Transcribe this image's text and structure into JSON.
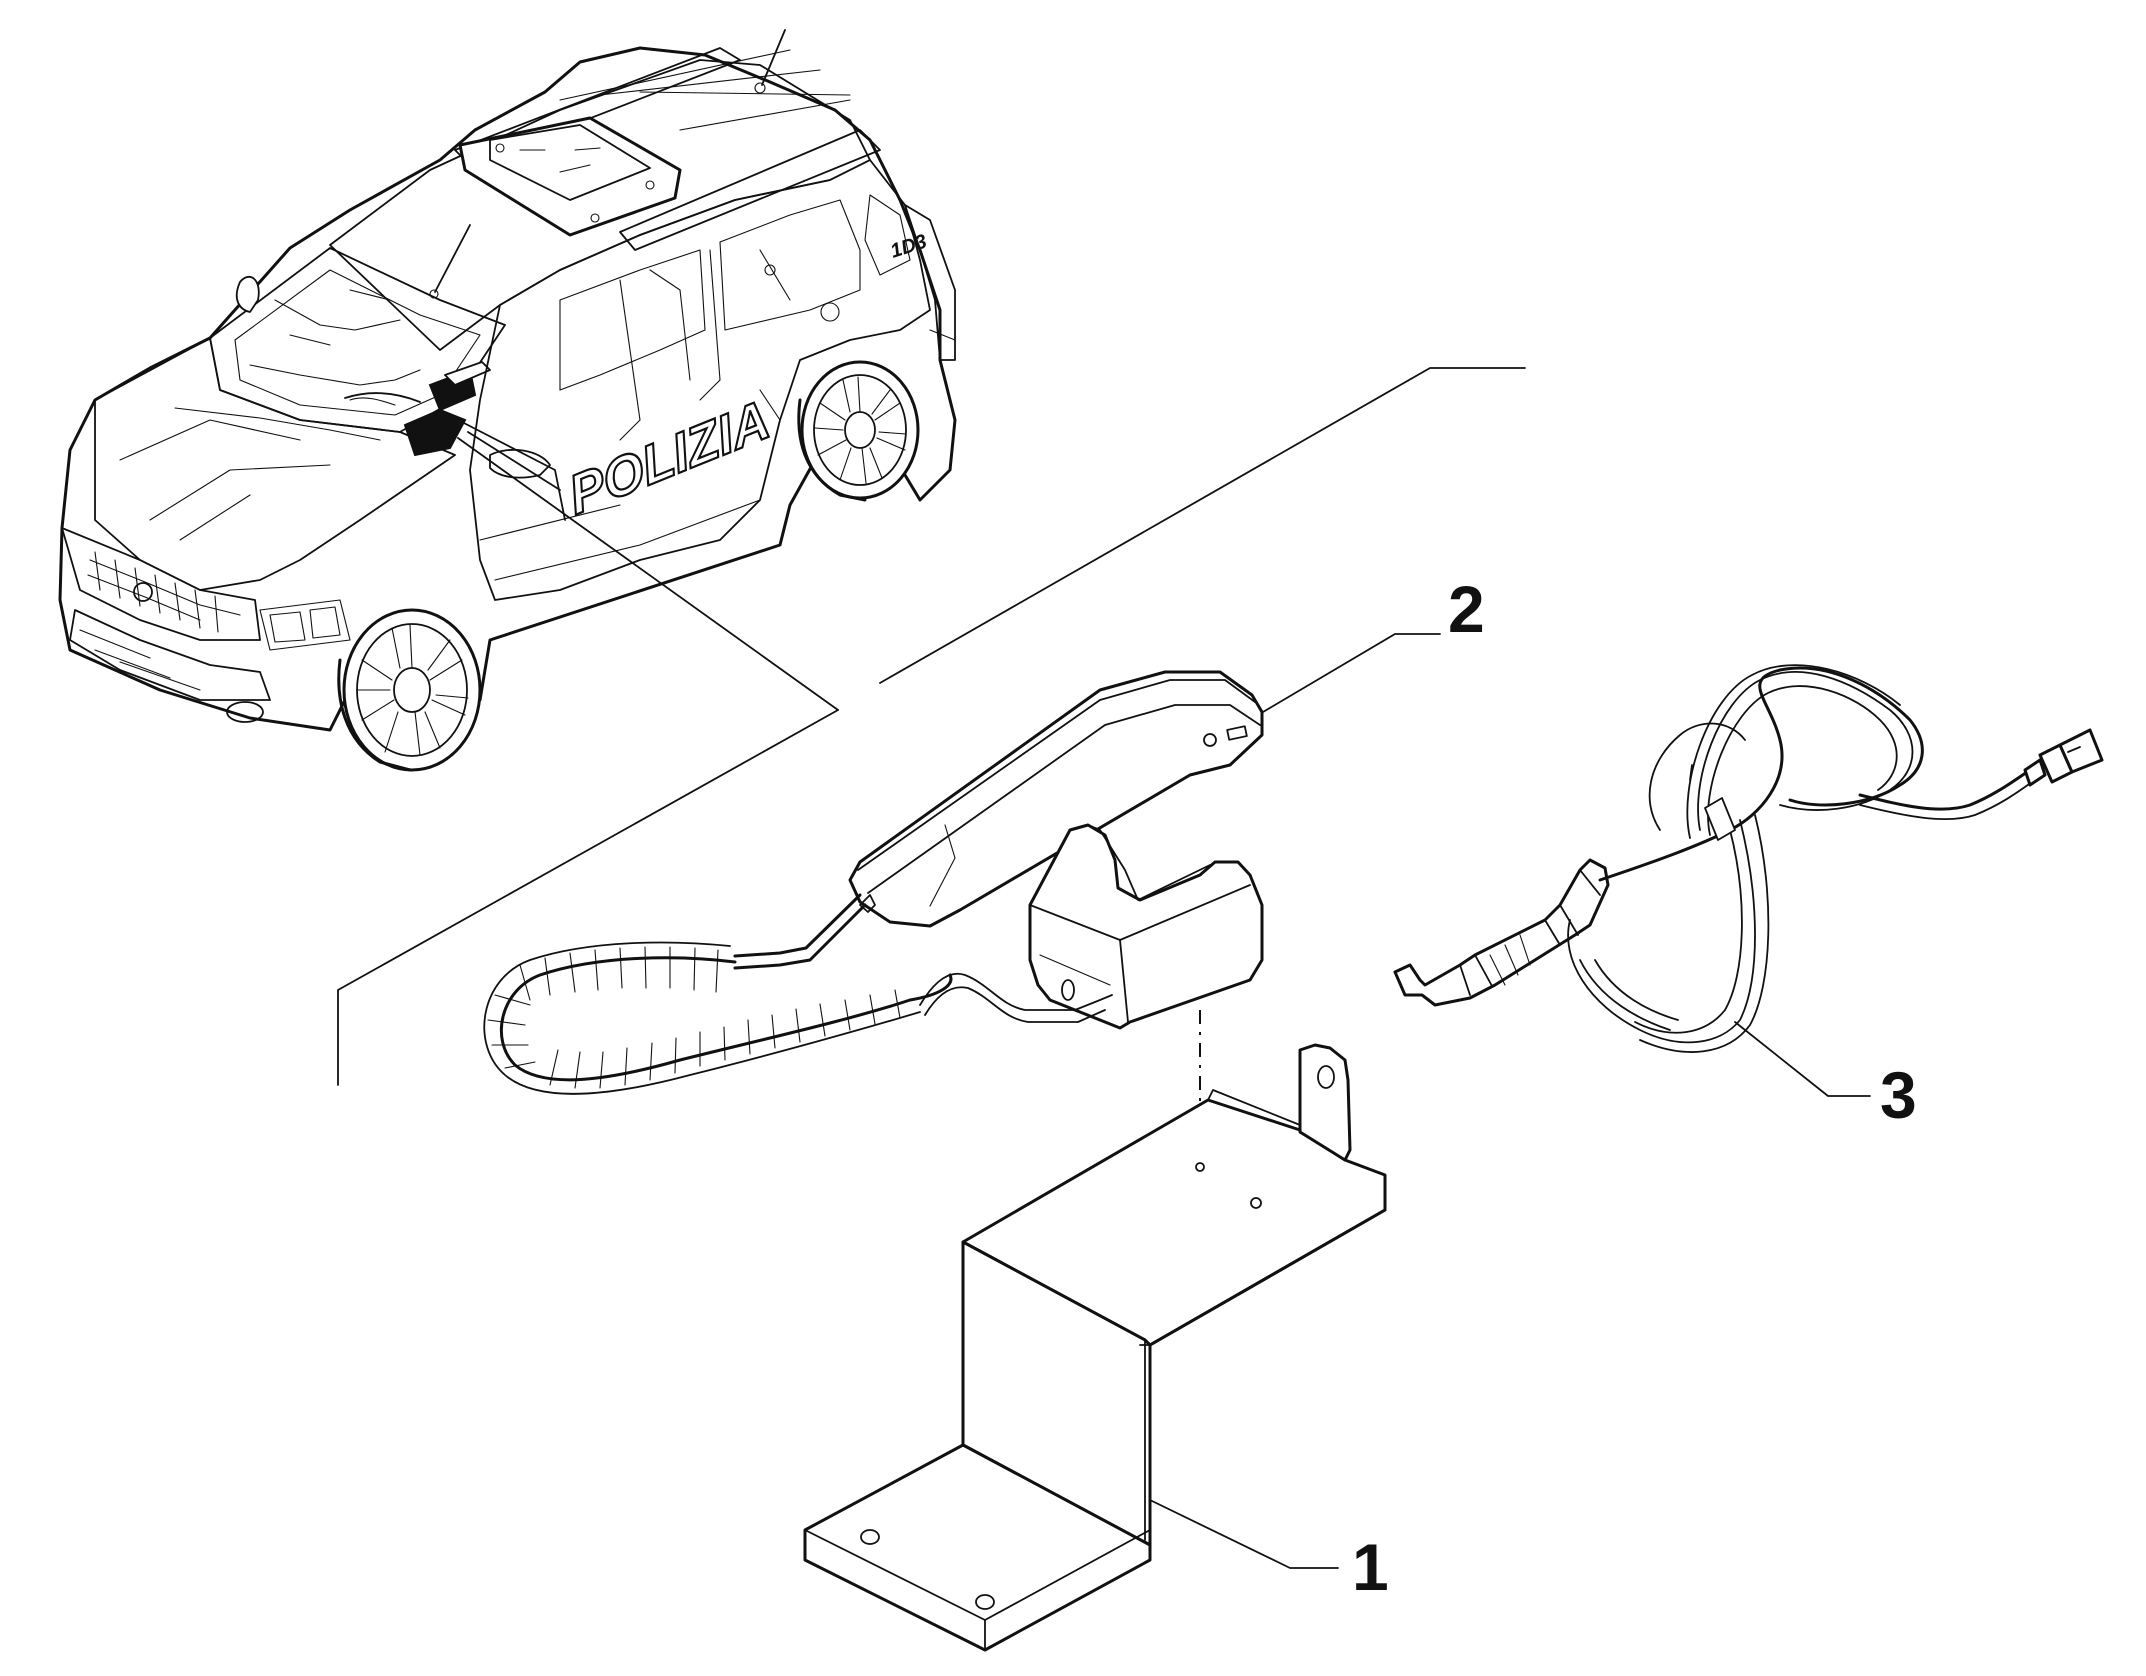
{
  "callouts": [
    {
      "id": "1",
      "label": "1"
    },
    {
      "id": "2",
      "label": "2"
    },
    {
      "id": "3",
      "label": "3"
    }
  ],
  "vehicle": {
    "side_marking": "POLIZIA",
    "badge": "1D3"
  },
  "colors": {
    "ink": "#111111",
    "background": "#ffffff"
  }
}
